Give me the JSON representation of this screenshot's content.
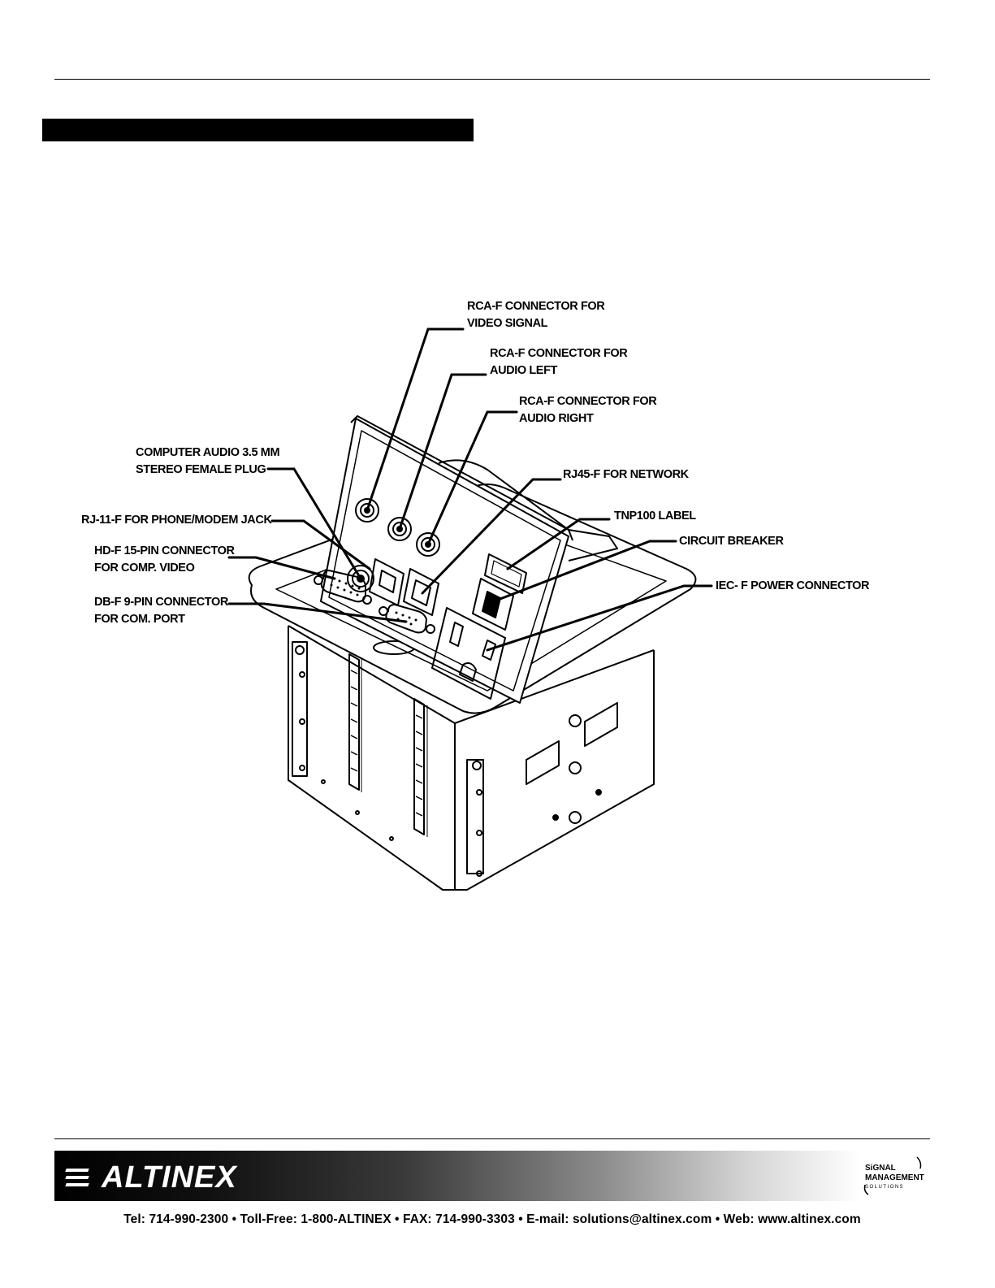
{
  "callouts": {
    "video": [
      "RCA-F  CONNECTOR FOR",
      "VIDEO SIGNAL"
    ],
    "audio_left": [
      "RCA-F CONNECTOR FOR",
      "AUDIO LEFT"
    ],
    "audio_right": [
      "RCA-F CONNECTOR FOR",
      "AUDIO RIGHT"
    ],
    "computer_audio": [
      "COMPUTER AUDIO 3.5 MM",
      "STEREO FEMALE PLUG"
    ],
    "rj45": "RJ45-F FOR  NETWORK",
    "tnp_label": "TNP100 LABEL",
    "rj11": "RJ-11-F  FOR PHONE/MODEM JACK",
    "circuit_breaker": "CIRCUIT BREAKER",
    "hd15": [
      "HD-F 15-PIN CONNECTOR",
      "FOR COMP. VIDEO"
    ],
    "iec": "IEC- F POWER CONNECTOR",
    "db9": [
      "DB-F 9-PIN CONNECTOR",
      "FOR COM. PORT"
    ]
  },
  "footer": {
    "brand": "ALTINEX",
    "logo_lines": [
      "SiGNAL",
      "MANAGEMENT",
      "SOLUTIONS"
    ],
    "contact": "Tel: 714-990-2300 • Toll-Free: 1-800-ALTINEX • FAX: 714-990-3303 • E-mail: solutions@altinex.com • Web: www.altinex.com"
  }
}
